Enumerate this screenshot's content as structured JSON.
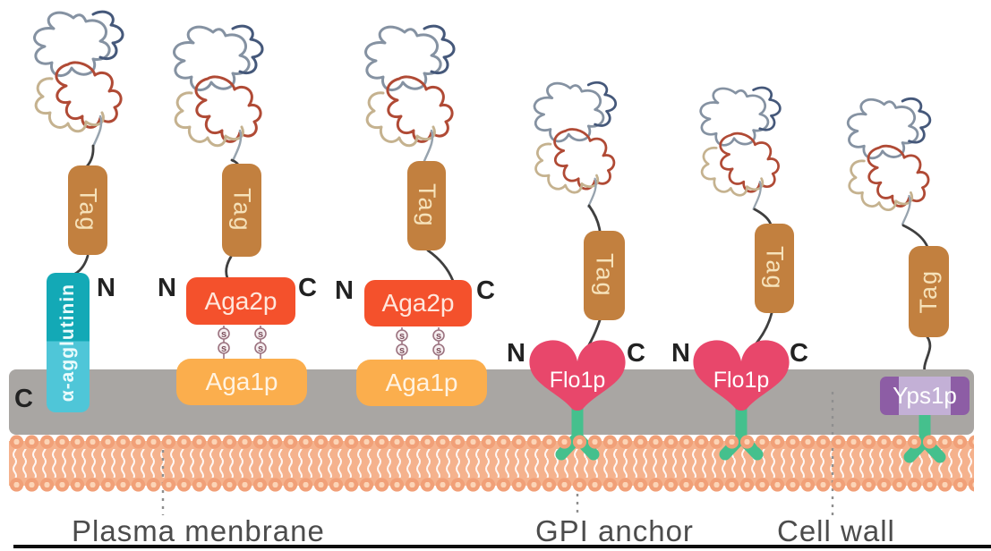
{
  "figure": {
    "disulfide_letter": "s",
    "units": [
      {
        "id": "alpha-agglutinin-system",
        "tag": "Tag",
        "anchor": "α-agglutinin",
        "n": "N",
        "c": "C"
      },
      {
        "id": "a-agglutinin-system-1",
        "tag": "Tag",
        "anchor": "Aga2p",
        "partner": "Aga1p",
        "n": "N",
        "c": "C"
      },
      {
        "id": "a-agglutinin-system-2",
        "tag": "Tag",
        "anchor": "Aga2p",
        "partner": "Aga1p",
        "n": "N",
        "c": "C"
      },
      {
        "id": "flo1p-system-1",
        "tag": "Tag",
        "anchor": "Flo1p",
        "n": "N",
        "c": "C"
      },
      {
        "id": "flo1p-system-2",
        "tag": "Tag",
        "anchor": "Flo1p",
        "n": "N",
        "c": "C"
      },
      {
        "id": "yps1p-system",
        "tag": "Tag",
        "anchor": "Yps1p"
      }
    ],
    "labels": {
      "plasma_membrane": "Plasma menbrane",
      "gpi_anchor": "GPI anchor",
      "cell_wall": "Cell wall"
    },
    "colors": {
      "tag_brown": "#c2803f",
      "aga2p_red": "#f4512c",
      "aga1p_orange": "#fbae4d",
      "flo1p_pink": "#e8476b",
      "alpha_agglutinin_dark_teal": "#13a9b6",
      "alpha_agglutinin_light_teal": "#4fc6d8",
      "yps1p_purple_dark": "#8d5da5",
      "yps1p_purple_light": "#c3b0d6",
      "gpi_anchor_green": "#45c08d",
      "cell_wall_gray": "#a9a6a3",
      "membrane_orange": "#f5b28d",
      "lipid_head_orange": "#f1a078"
    }
  }
}
